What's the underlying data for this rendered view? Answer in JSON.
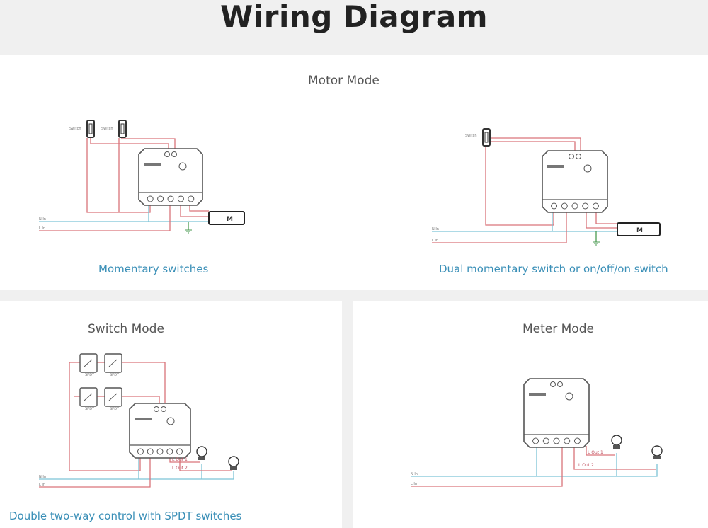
{
  "title": "Wiring Diagram",
  "colors": {
    "live_wire": "#d9737a",
    "neutral_wire": "#7cc4d6",
    "caption": "#3a8fb7",
    "ground": "#4a9a50"
  },
  "motor_mode": {
    "title": "Motor Mode",
    "left": {
      "caption": "Momentary switches",
      "switch_labels": [
        "Switch",
        "Switch"
      ],
      "n_in": "N In",
      "l_in": "L In",
      "motor": "M"
    },
    "right": {
      "caption": "Dual momentary switch or on/off/on switch",
      "switch_label": "Switch",
      "n_in": "N In",
      "l_in": "L In",
      "motor": "M"
    }
  },
  "switch_mode": {
    "title": "Switch Mode",
    "caption": "Double two-way control with SPDT switches",
    "spdt": "SPDT",
    "l_out1": "L Out 1",
    "l_out2": "L Out 2",
    "n_in": "N In",
    "l_in": "L In"
  },
  "meter_mode": {
    "title": "Meter Mode",
    "l_out1": "L Out 1",
    "l_out2": "L Out 2",
    "n_in": "N In",
    "l_in": "L In"
  }
}
